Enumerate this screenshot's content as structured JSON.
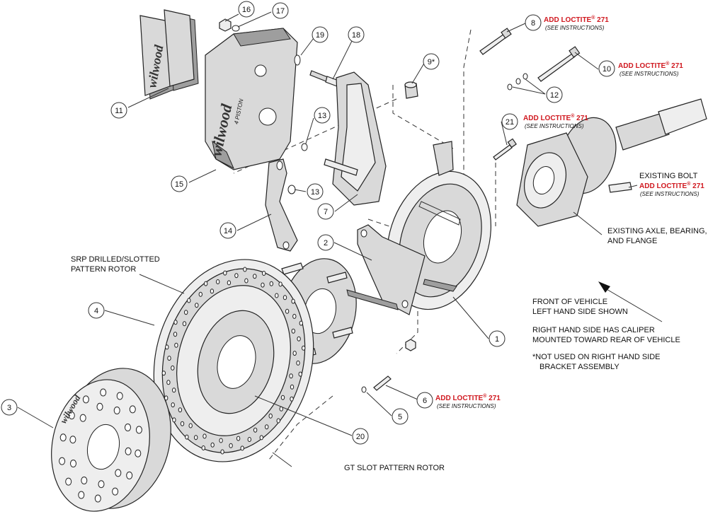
{
  "callouts": [
    "16",
    "17",
    "19",
    "18",
    "8",
    "10",
    "12",
    "9*",
    "11",
    "13",
    "21",
    "15",
    "13",
    "7",
    "14",
    "2",
    "4",
    "1",
    "3",
    "6",
    "5",
    "20"
  ],
  "loctite": {
    "label": "ADD LOCTITE",
    "reg": "®",
    "number": "271",
    "see": "(SEE INSTRUCTIONS)"
  },
  "labels": {
    "existing_bolt": "EXISTING BOLT",
    "existing_axle_1": "EXISTING AXLE, BEARING,",
    "existing_axle_2": "AND FLANGE",
    "srp_1": "SRP DRILLED/SLOTTED",
    "srp_2": "PATTERN ROTOR",
    "gt_slot": "GT SLOT PATTERN ROTOR"
  },
  "notes": {
    "front_1": "FRONT OF VEHICLE",
    "front_2": "LEFT HAND SIDE SHOWN",
    "right_1": "RIGHT HAND SIDE HAS CALIPER",
    "right_2": "MOUNTED TOWARD REAR OF VEHICLE",
    "not_used_1": "*NOT USED ON RIGHT HAND SIDE",
    "not_used_2": "BRACKET ASSEMBLY"
  },
  "branding": {
    "pad_logo": "wilwood",
    "caliper_logo": "wilwood",
    "caliper_sub": "4 PISTON",
    "drum_logo": "wilwood"
  },
  "colors": {
    "accent_red": "#d0181f",
    "line": "#333333",
    "part_fill": "#d9d9d9"
  }
}
